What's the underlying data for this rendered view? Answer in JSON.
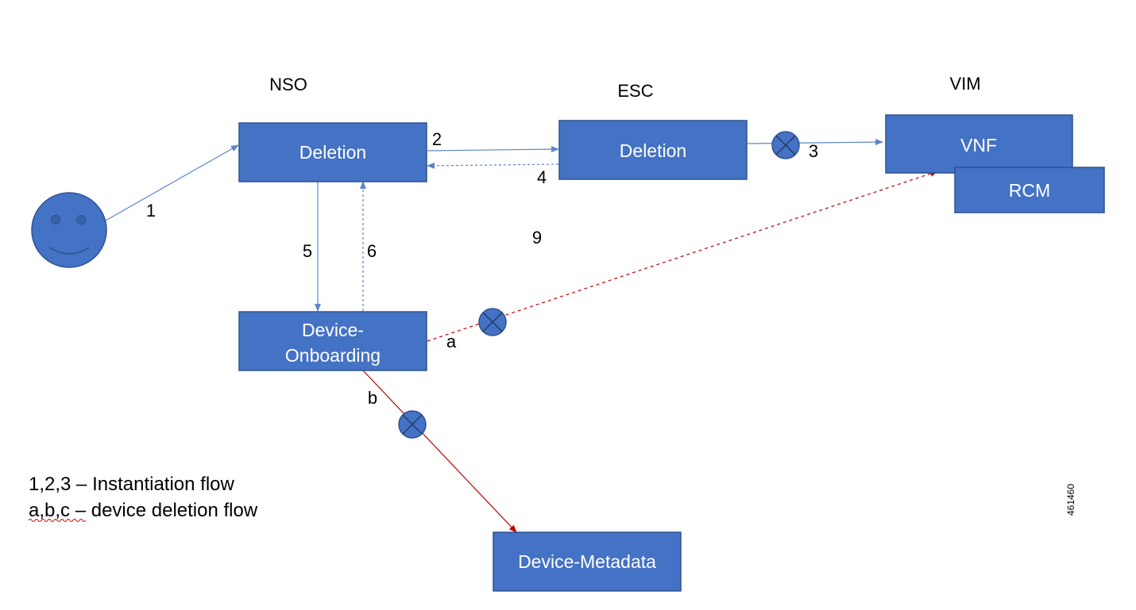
{
  "colors": {
    "box_fill": "#4472c4",
    "box_stroke": "#2f528f",
    "flow_line": "#5b86c8",
    "deletion_line": "#c00000",
    "text": "#000000"
  },
  "headers": {
    "nso": "NSO",
    "esc": "ESC",
    "vim": "VIM"
  },
  "actor": {
    "icon": "smiley-face-icon"
  },
  "boxes": {
    "nso_deletion": "Deletion",
    "esc_deletion": "Deletion",
    "vnf": "VNF",
    "rcm": "RCM",
    "device_onboarding_line1": "Device-",
    "device_onboarding_line2": "Onboarding",
    "device_metadata": "Device-Metadata"
  },
  "edge_labels": {
    "e1": "1",
    "e2": "2",
    "e3": "3",
    "e4": "4",
    "e5": "5",
    "e6": "6",
    "e9": "9",
    "ea": "a",
    "eb": "b"
  },
  "blocked_icon": "x-circle-icon",
  "legend": {
    "line1": "1,2,3 – Instantiation flow",
    "line2": "a,b,c – device deletion flow"
  },
  "figure_id": "461460"
}
